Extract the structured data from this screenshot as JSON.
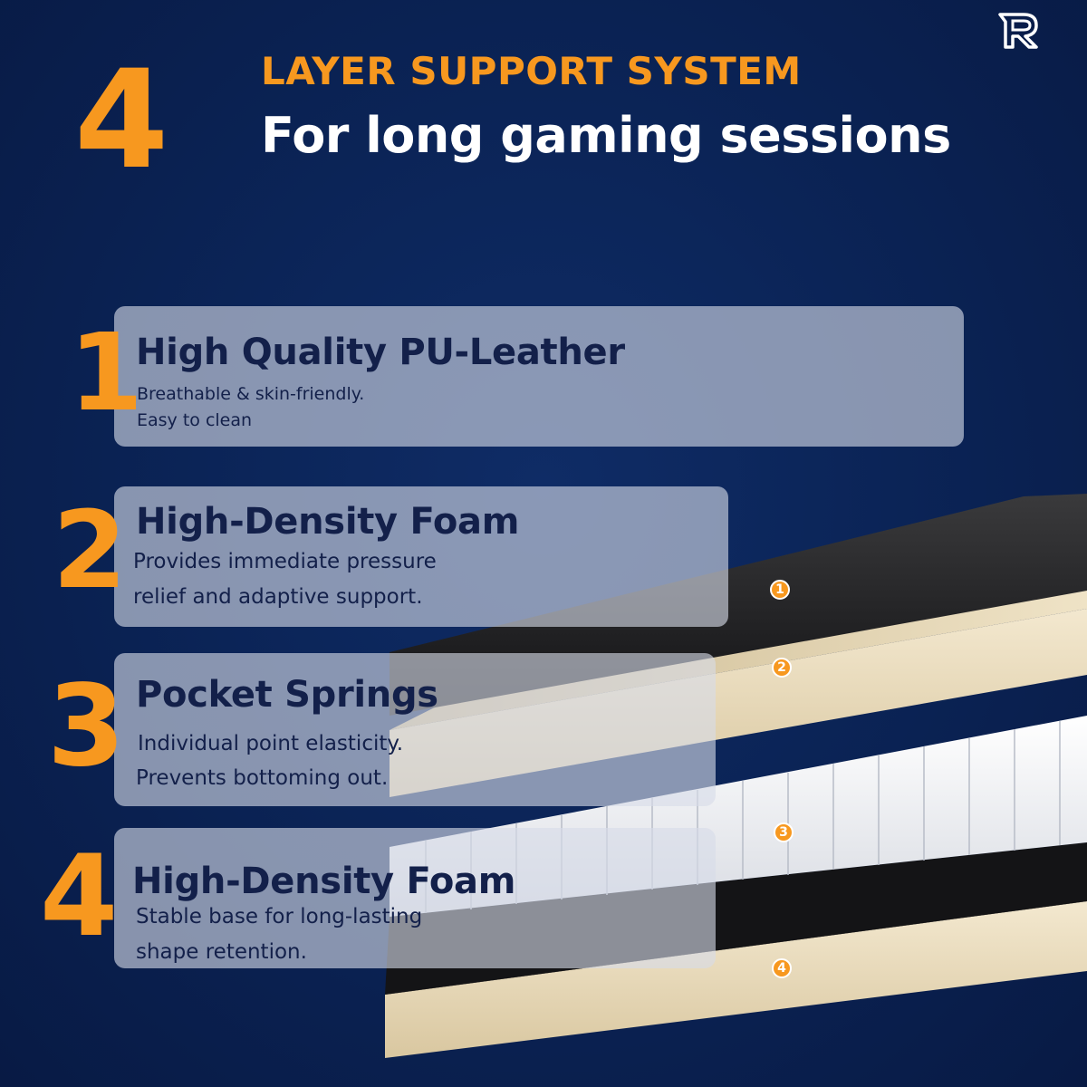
{
  "header": {
    "number": "4",
    "subtitle": "LAYER SUPPORT SYSTEM",
    "title": "For long gaming sessions"
  },
  "brand": {
    "logo_icon": "r-logo-icon",
    "logo_letter": "R"
  },
  "colors": {
    "accent": "#f7981f",
    "background": "#0b2457",
    "card_text": "#13204a"
  },
  "layers": [
    {
      "number": "1",
      "title": "High Quality PU-Leather",
      "lines": [
        "Breathable & skin-friendly.",
        "Easy to clean"
      ]
    },
    {
      "number": "2",
      "title": "High-Density Foam",
      "lines": [
        "Provides immediate pressure",
        "relief and adaptive support."
      ]
    },
    {
      "number": "3",
      "title": "Pocket Springs",
      "lines": [
        "Individual point elasticity.",
        "Prevents bottoming out."
      ]
    },
    {
      "number": "4",
      "title": "High-Density Foam",
      "lines": [
        "Stable base for long-lasting",
        "shape retention."
      ]
    }
  ],
  "badges": [
    "1",
    "2",
    "3",
    "4"
  ]
}
